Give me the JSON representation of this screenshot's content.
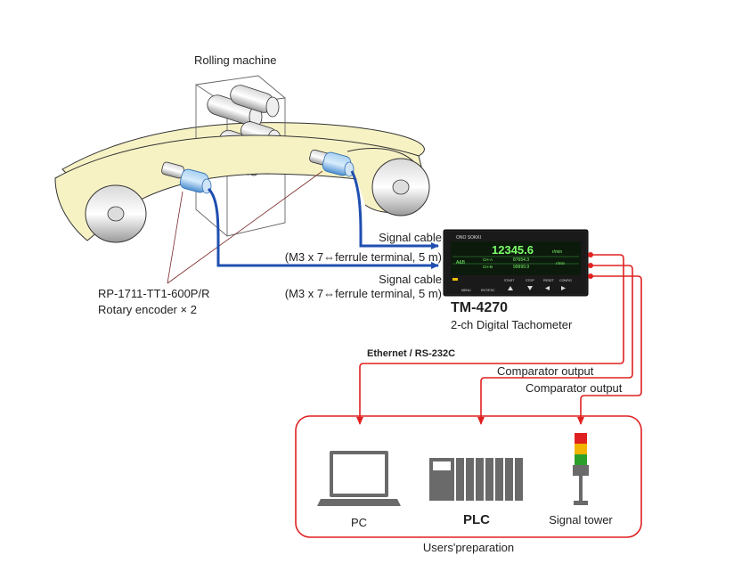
{
  "machine": {
    "title": "Rolling machine"
  },
  "cables": {
    "top_label": "Signal cable",
    "top_spec": "(M3 x 7⇔ferrule terminal, 5 m)",
    "bottom_label": "Signal cable",
    "bottom_spec": "(M3 x 7⇔ferrule terminal, 5 m)"
  },
  "encoder": {
    "model": "RP-1711-TT1-600P/R",
    "desc": "Rotary encoder × 2"
  },
  "tachometer": {
    "model": "TM-4270",
    "desc": "2-ch Digital Tachometer",
    "brand": "ONO SOKKI",
    "main_value": "12345.6",
    "main_unit": "r/min",
    "ch_a_label": "CH-A",
    "ch_a_value": "87654.3",
    "ch_b_label": "CH-B",
    "ch_b_value": "99999.9",
    "ab_label": "A&B",
    "sub_unit": "r/min",
    "buttons": [
      "MENU",
      "ENT/ESC",
      "START",
      "STOP",
      "RESET",
      "CONFIG"
    ]
  },
  "links": {
    "ethernet": "Ethernet / RS-232C",
    "comparator1": "Comparator output",
    "comparator2": "Comparator output"
  },
  "prep": {
    "pc": "PC",
    "plc": "PLC",
    "tower": "Signal tower",
    "caption": "Users'preparation"
  },
  "colors": {
    "signal_cable": "#1f4fb0",
    "output_line": "#e02020",
    "belt": "#f7f2c4",
    "encoder": "#7fb4e6"
  }
}
